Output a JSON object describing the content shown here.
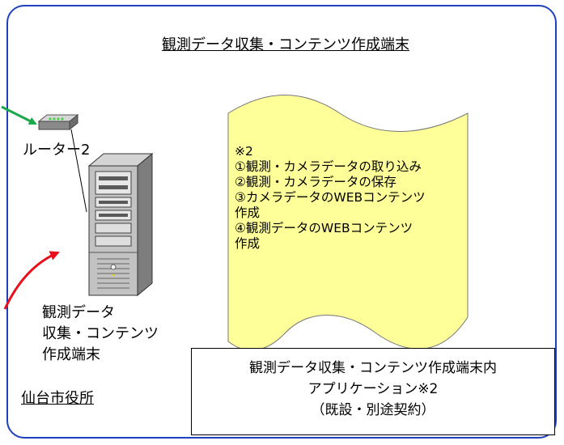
{
  "title": "観測データ収集・コンテンツ作成端末",
  "router": {
    "label": "ルーター2"
  },
  "server": {
    "label_lines": [
      "観測データ",
      "収集・コンテンツ",
      "作成端末"
    ]
  },
  "note": {
    "lines": [
      "※2",
      "①観測・カメラデータの取り込み",
      "②観測・カメラデータの保存",
      "③カメラデータのWEBコンテンツ",
      "作成",
      "④観測データのWEBコンテンツ",
      "作成"
    ]
  },
  "app_box": {
    "lines": [
      "観測データ収集・コンテンツ作成端末内",
      "アプリケーション※2",
      "（既設・別途契約）"
    ]
  },
  "location": {
    "label": "仙台市役所"
  },
  "colors": {
    "frame": "#1f3fbf",
    "note_fill": "#ffff99",
    "arrow_green": "#1aa84a",
    "arrow_red": "#e8101c"
  }
}
